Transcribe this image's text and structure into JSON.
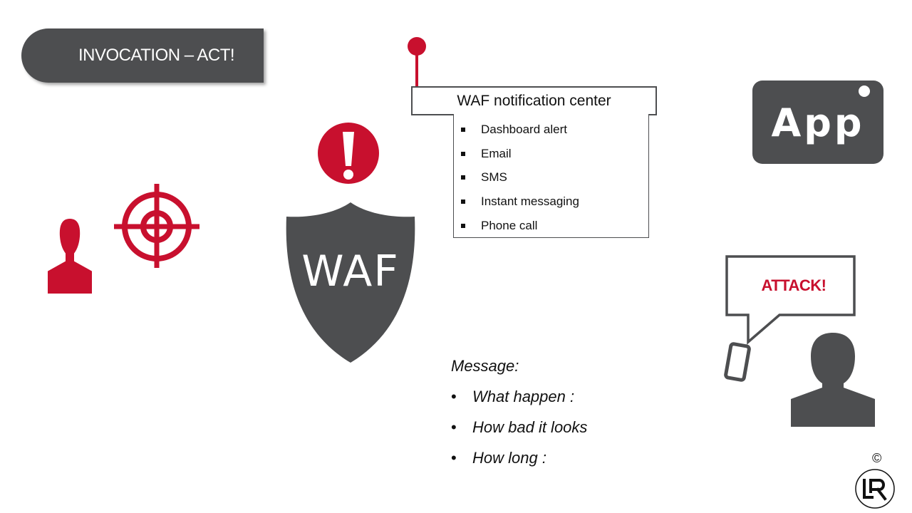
{
  "slide": {
    "title": "INVOCATION – ACT!"
  },
  "waf": {
    "shield_label": "WAF"
  },
  "notification_center": {
    "title": "WAF notification center",
    "channels": [
      "Dashboard alert",
      "Email",
      "SMS",
      "Instant messaging",
      "Phone call"
    ]
  },
  "app": {
    "label": "App"
  },
  "speech_bubble": {
    "text": "ATTACK!"
  },
  "message": {
    "label": "Message:",
    "items": [
      "What happen :",
      "How bad it looks",
      "How long :"
    ]
  },
  "copyright": "©",
  "colors": {
    "accent_red": "#c8102e",
    "dark_gray": "#4d4e50"
  }
}
